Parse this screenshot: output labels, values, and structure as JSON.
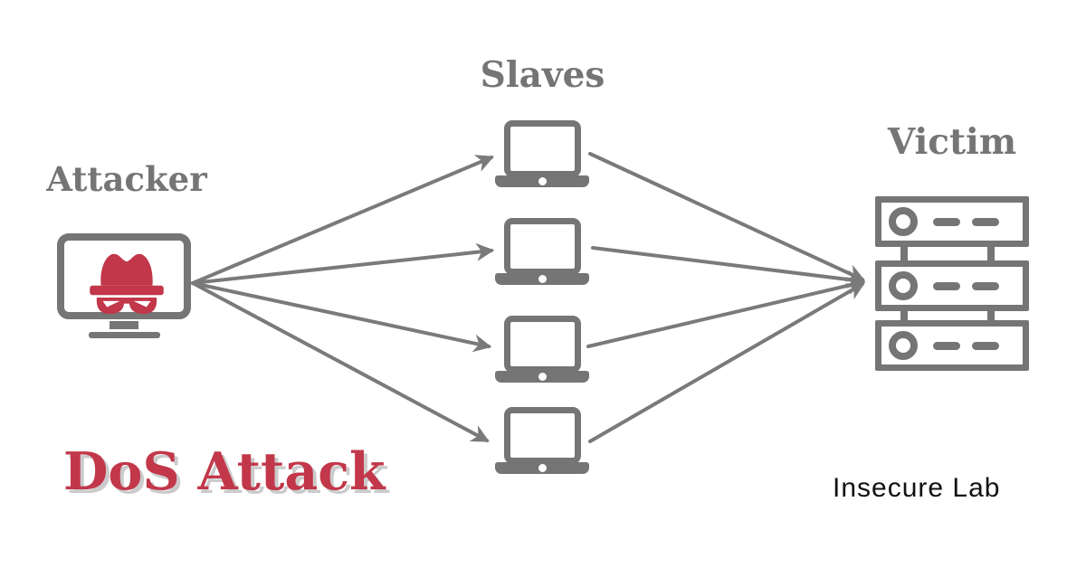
{
  "diagram": {
    "title": "DoS Attack",
    "brand": "Insecure Lab",
    "nodes": {
      "attacker": {
        "label": "Attacker",
        "icon": "hacker-monitor-icon"
      },
      "slaves": {
        "label": "Slaves",
        "icon": "laptop-icon",
        "count": 4
      },
      "victim": {
        "label": "Victim",
        "icon": "server-rack-icon"
      }
    },
    "connections": {
      "attacker_to_slaves": 4,
      "slaves_to_victim": 4
    },
    "colors": {
      "accent_red": "#C2374A",
      "icon_gray": "#757575",
      "line_gray": "#7A7A7A",
      "label_gray": "#757575",
      "title_shadow": "#CBCBCB",
      "brand_black": "#111111",
      "background": "#FFFFFF"
    }
  }
}
